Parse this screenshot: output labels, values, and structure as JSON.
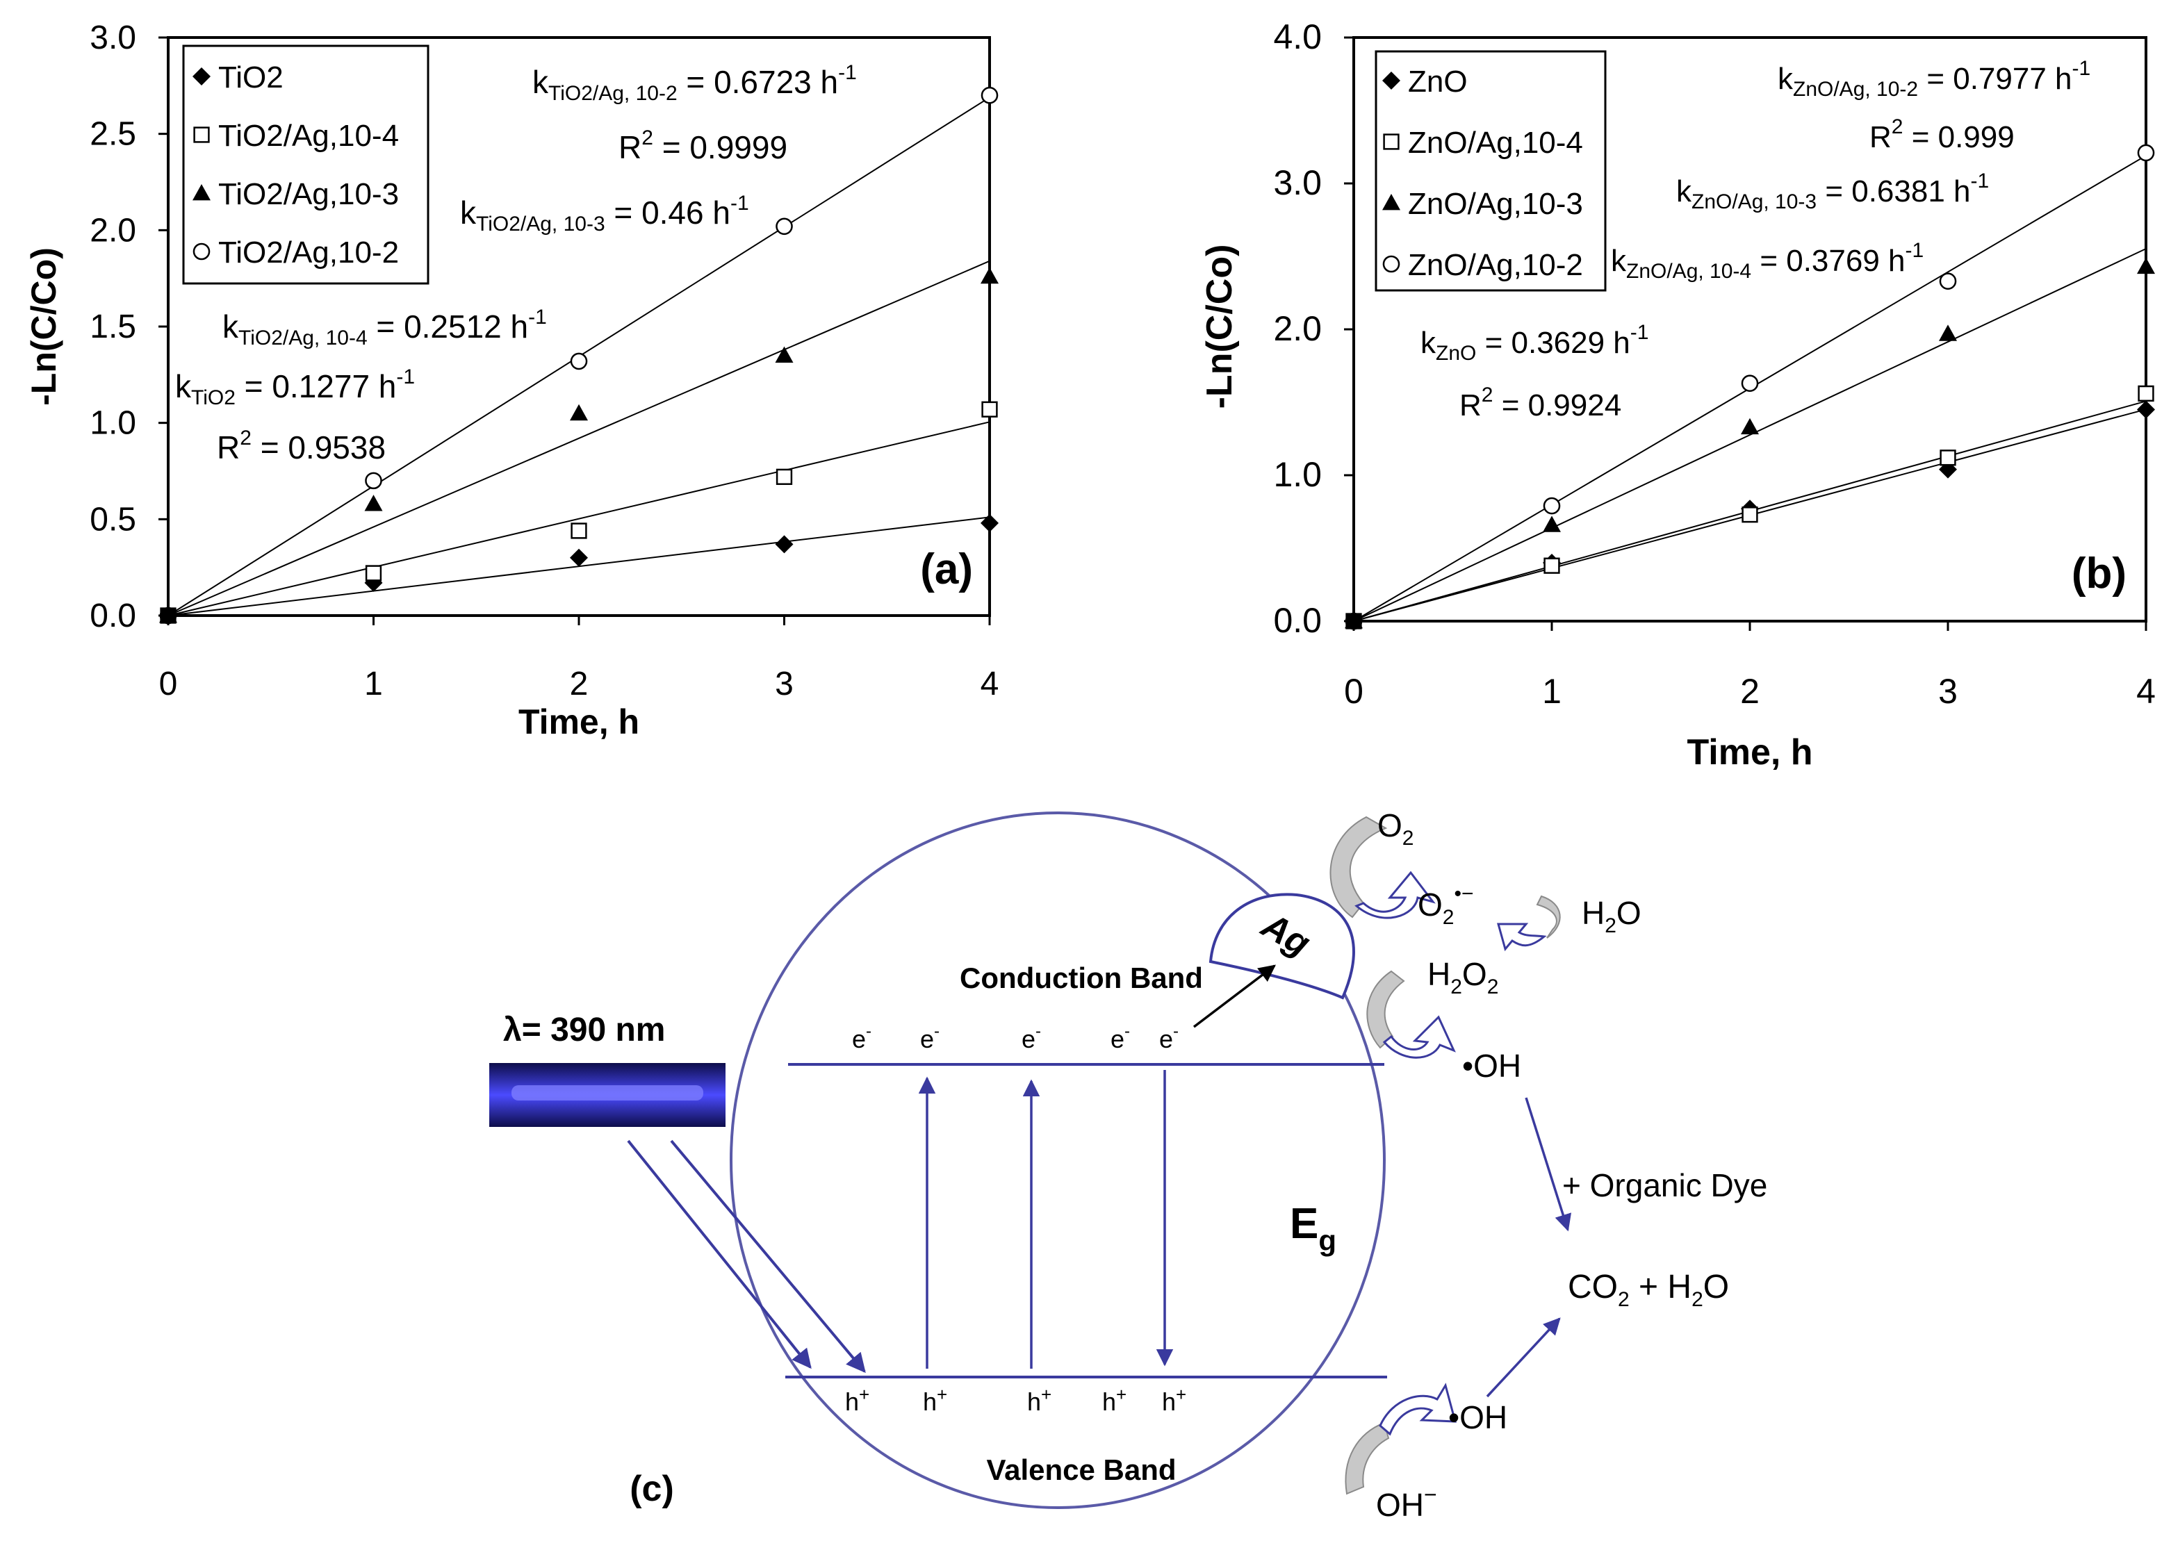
{
  "colors": {
    "axis": "#000000",
    "band": "#3a3a9e",
    "ellipse": "#5a5aa8",
    "curved_arrow_fill": "#c8c8c8",
    "uv_lamp": "#3b3bd8"
  },
  "chart_data": [
    {
      "type": "scatter",
      "panel_label": "(a)",
      "xlabel": "Time, h",
      "ylabel": "-Ln(C/Co)",
      "xlim": [
        0,
        4
      ],
      "ylim": [
        0,
        3.0
      ],
      "xticks": [
        "0",
        "1",
        "2",
        "3",
        "4"
      ],
      "yticks": [
        "0.0",
        "0.5",
        "1.0",
        "1.5",
        "2.0",
        "2.5",
        "3.0"
      ],
      "legend_position": "top-left",
      "series": [
        {
          "name": "TiO2",
          "marker": "diamond",
          "x": [
            0,
            1,
            2,
            3,
            4
          ],
          "y": [
            0,
            0.17,
            0.3,
            0.37,
            0.48
          ],
          "fit_slope": 0.1277
        },
        {
          "name": "TiO2/Ag,10-4",
          "marker": "square",
          "x": [
            0,
            1,
            2,
            3,
            4
          ],
          "y": [
            0,
            0.22,
            0.44,
            0.72,
            1.07
          ],
          "fit_slope": 0.2512
        },
        {
          "name": "TiO2/Ag,10-3",
          "marker": "triangle",
          "x": [
            0,
            1,
            2,
            3,
            4
          ],
          "y": [
            0,
            0.58,
            1.05,
            1.35,
            1.76
          ],
          "fit_slope": 0.46
        },
        {
          "name": "TiO2/Ag,10-2",
          "marker": "circle",
          "x": [
            0,
            1,
            2,
            3,
            4
          ],
          "y": [
            0,
            0.7,
            1.32,
            2.02,
            2.7
          ],
          "fit_slope": 0.6723
        }
      ],
      "annotations": {
        "k1_main": "k",
        "k1_sub": "TiO2/Ag, 10-2",
        "k1_val": " = 0.6723 h",
        "k1_sup": "-1",
        "r1_main": "R",
        "r1_sup": "2",
        "r1_val": " = 0.9999",
        "k2_main": "k",
        "k2_sub": "TiO2/Ag, 10-3",
        "k2_val": " = 0.46 h",
        "k2_sup": "-1",
        "k3_main": "k",
        "k3_sub": "TiO2/Ag, 10-4",
        "k3_val": " = 0.2512 h",
        "k3_sup": "-1",
        "k4_main": "k",
        "k4_sub": "TiO2",
        "k4_val": " = 0.1277 h",
        "k4_sup": "-1",
        "r4_main": "R",
        "r4_sup": "2",
        "r4_val": " = 0.9538"
      }
    },
    {
      "type": "scatter",
      "panel_label": "(b)",
      "xlabel": "Time, h",
      "ylabel": "-Ln(C/Co)",
      "xlim": [
        0,
        4
      ],
      "ylim": [
        0,
        4.0
      ],
      "xticks": [
        "0",
        "1",
        "2",
        "3",
        "4"
      ],
      "yticks": [
        "0.0",
        "1.0",
        "2.0",
        "3.0",
        "4.0"
      ],
      "legend_position": "top-left",
      "series": [
        {
          "name": "ZnO",
          "marker": "diamond",
          "x": [
            0,
            1,
            2,
            3,
            4
          ],
          "y": [
            0,
            0.4,
            0.77,
            1.04,
            1.45
          ],
          "fit_slope": 0.3629
        },
        {
          "name": "ZnO/Ag,10-4",
          "marker": "square",
          "x": [
            0,
            1,
            2,
            3,
            4
          ],
          "y": [
            0,
            0.38,
            0.73,
            1.12,
            1.56
          ],
          "fit_slope": 0.3769
        },
        {
          "name": "ZnO/Ag,10-3",
          "marker": "triangle",
          "x": [
            0,
            1,
            2,
            3,
            4
          ],
          "y": [
            0,
            0.66,
            1.33,
            1.97,
            2.43
          ],
          "fit_slope": 0.6381
        },
        {
          "name": "ZnO/Ag,10-2",
          "marker": "circle",
          "x": [
            0,
            1,
            2,
            3,
            4
          ],
          "y": [
            0,
            0.79,
            1.63,
            2.33,
            3.21
          ],
          "fit_slope": 0.7977
        }
      ],
      "annotations": {
        "k1_main": "k",
        "k1_sub": "ZnO/Ag, 10-2",
        "k1_val": " = 0.7977 h",
        "k1_sup": "-1",
        "r1_main": "R",
        "r1_sup": "2",
        "r1_val": " = 0.999",
        "k2_main": "k",
        "k2_sub": "ZnO/Ag, 10-3",
        "k2_val": " = 0.6381 h",
        "k2_sup": "-1",
        "k3_main": "k",
        "k3_sub": "ZnO/Ag, 10-4",
        "k3_val": " = 0.3769 h",
        "k3_sup": "-1",
        "k4_main": "k",
        "k4_sub": "ZnO",
        "k4_val": " = 0.3629 h",
        "k4_sup": "-1",
        "r4_main": "R",
        "r4_sup": "2",
        "r4_val": " = 0.9924"
      }
    }
  ],
  "diagram": {
    "panel_label": "(c)",
    "wavelength_label": "λ= 390 nm",
    "conduction_band": "Conduction Band",
    "valence_band": "Valence Band",
    "electron": "e",
    "electron_sup": "-",
    "hole": "h",
    "hole_sup": "+",
    "eg_main": "E",
    "eg_sub": "g",
    "ag": "Ag",
    "o2_main": "O",
    "o2_sub": "2",
    "superoxide_main": "O",
    "superoxide_sub": "2",
    "superoxide_sup": "•−",
    "h2o_a": "H",
    "h2o_sub": "2",
    "h2o_b": "O",
    "h2o2_a": "H",
    "h2o2_sub1": "2",
    "h2o2_b": "O",
    "h2o2_sub2": "2",
    "oh_radical": "•OH",
    "organic_dye": "+ Organic Dye",
    "co2_a": "CO",
    "co2_sub": "2",
    "co2_b": " + H",
    "co2_sub2": "2",
    "co2_c": "O",
    "hydroxide": "OH",
    "hydroxide_sup": "−"
  }
}
